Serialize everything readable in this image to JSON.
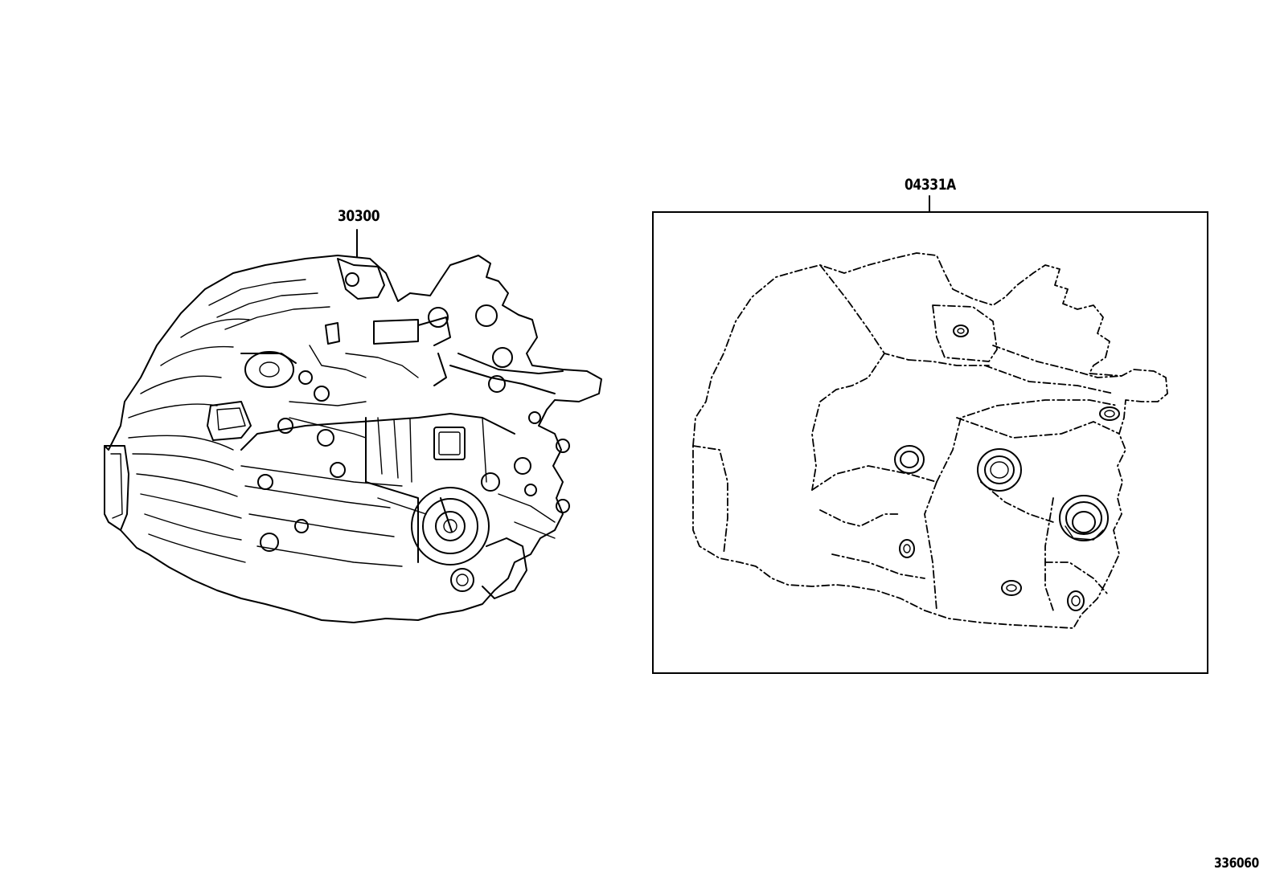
{
  "diagram": {
    "callouts": [
      {
        "id": "transmission-assy",
        "text": "30300"
      },
      {
        "id": "overhaul-kit",
        "text": "04331A"
      }
    ],
    "diagram_id": "336060"
  }
}
